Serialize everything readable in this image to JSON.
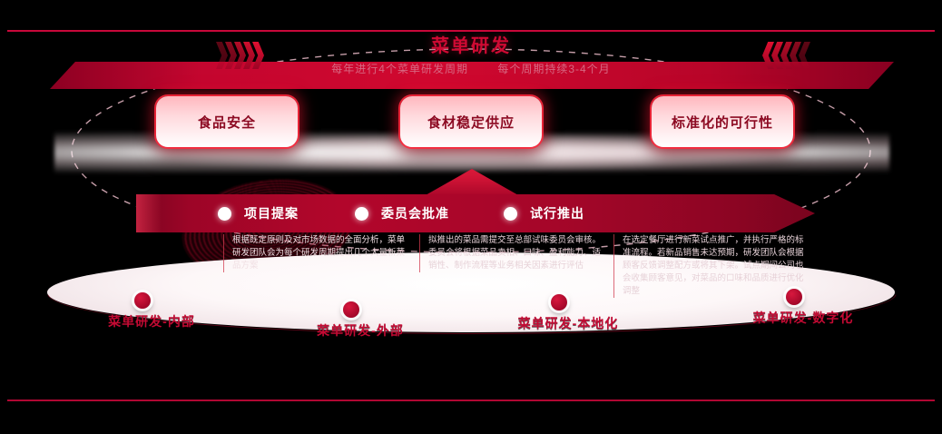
{
  "header": {
    "title": "菜单研发",
    "subtitle_left": "每年进行4个菜单研发周期",
    "subtitle_right": "每个周期持续3-4个月"
  },
  "pillars": [
    {
      "label": "食品安全"
    },
    {
      "label": "食材稳定供应"
    },
    {
      "label": "标准化的可行性"
    }
  ],
  "process": {
    "steps": [
      {
        "label": "项目提案"
      },
      {
        "label": "委员会批准"
      },
      {
        "label": "试行推出"
      }
    ],
    "descriptions": [
      {
        "text": "根据既定原则及对市场数据的全面分析，菜单研发团队会为每个研发周期提出几个大量新菜品方案"
      },
      {
        "text": "拟推出的菜品需提交至总部试味委员会审核。委员会将根据菜品卖相、口味、盈利能力、适销性、制作流程等业务相关因素进行评估"
      },
      {
        "text": "在选定餐厅进行新菜试点推广，并执行严格的标准流程。若新品销售未达预期，研发团队会根据顾客反馈调整配方或将其下架。试点期间公司也会收集顾客意见，对菜品的口味和品质进行优化调整"
      }
    ]
  },
  "milestones": [
    {
      "label": "菜单研发-内部"
    },
    {
      "label": "菜单研发-外部"
    },
    {
      "label": "菜单研发-本地化"
    },
    {
      "label": "菜单研发-数字化"
    }
  ],
  "icons": {
    "chevron_right": "chevron-right-icon",
    "chevron_left": "chevron-left-icon",
    "step_dot": "step-dot-icon",
    "milestone_dot": "milestone-dot-icon"
  },
  "colors": {
    "background": "#000000",
    "accent_red": "#c8083a",
    "deep_red": "#8c0a22",
    "band_red": "#a50629",
    "card_pink": "#ffb7be",
    "label_red": "#c30a33"
  }
}
